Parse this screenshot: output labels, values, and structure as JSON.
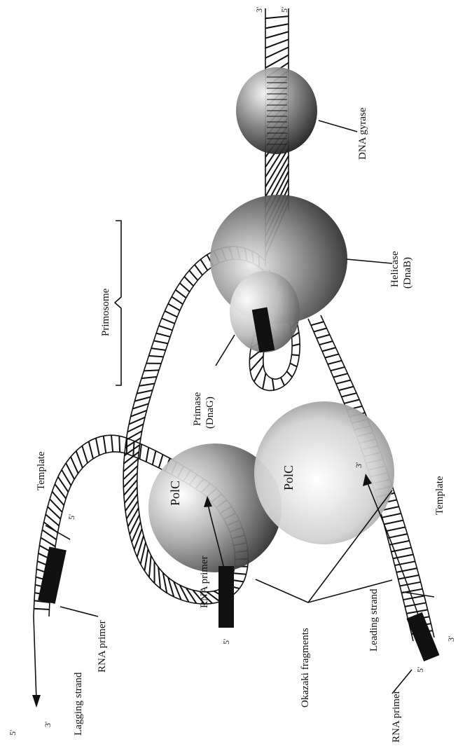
{
  "labels": {
    "dna_gyrase": "DNA gyrase",
    "helicase": "Helicase",
    "helicase_sub": "(DnaB)",
    "primase": "Primase",
    "primase_sub": "(DnaG)",
    "primosome": "Primosome",
    "polc": "PolC",
    "template": "Template",
    "rna_primer": "RNA primer",
    "lagging_strand": "Lagging strand",
    "leading_strand": "Leading strand",
    "okazaki_fragments": "Okazaki fragments",
    "five_prime": "5'",
    "three_prime": "3'"
  }
}
